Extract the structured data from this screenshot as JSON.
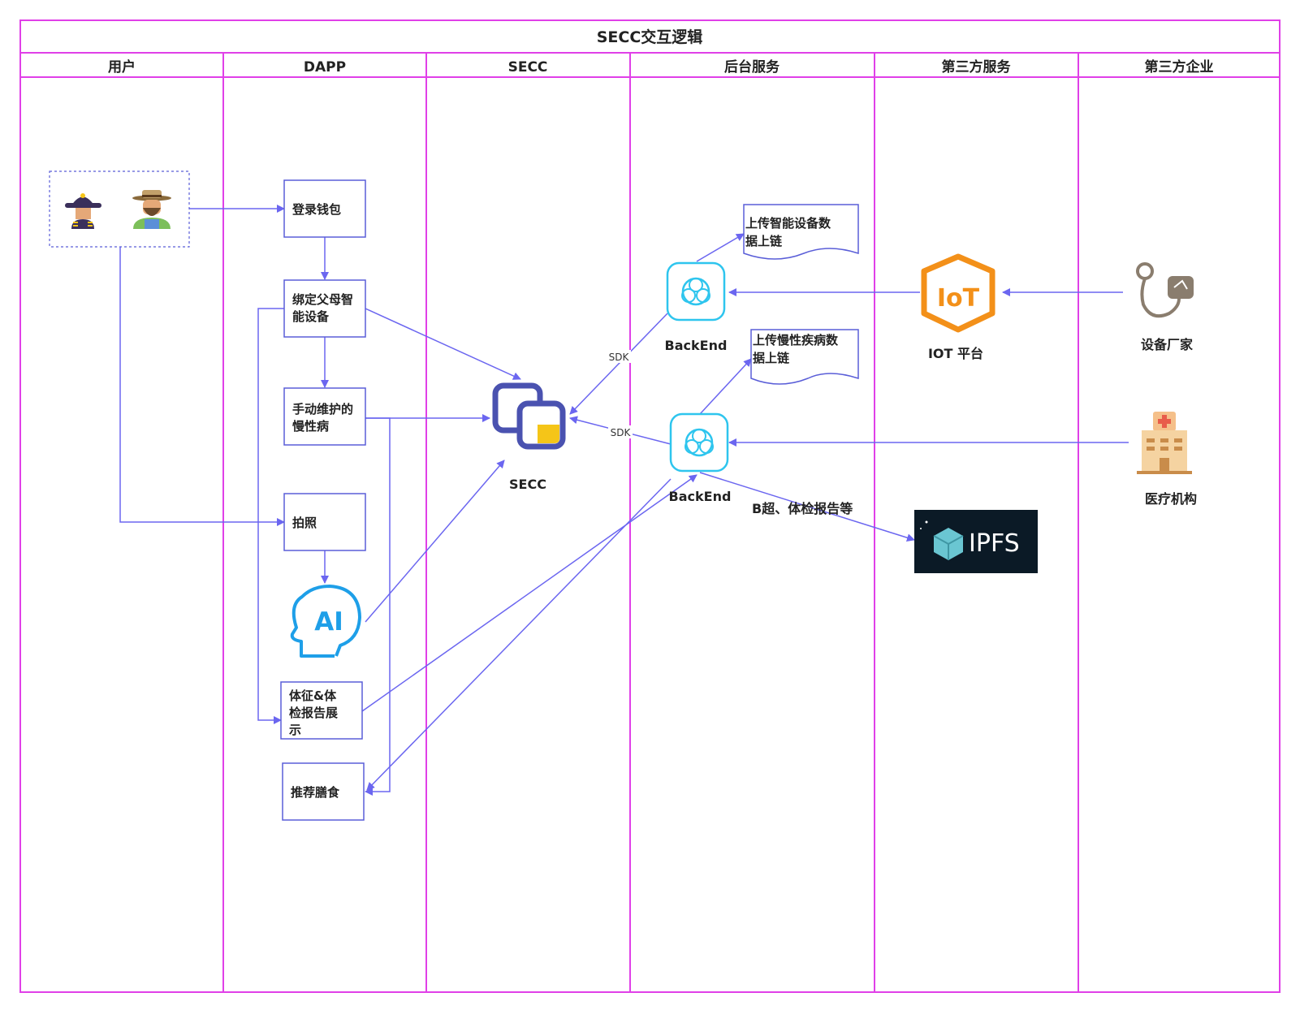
{
  "title": "SECC交互逻辑",
  "lanes": [
    "用户",
    "DAPP",
    "SECC",
    "后台服务",
    "第三方服务",
    "第三方企业"
  ],
  "nodes": {
    "login": "登录钱包",
    "bind1": "绑定父母智",
    "bind2": "能设备",
    "manual1": "手动维护的",
    "manual2": "慢性病",
    "photo": "拍照",
    "ai": "AI",
    "report1": "体征&体",
    "report2": "检报告展",
    "report3": "示",
    "diet": "推荐膳食",
    "secc": "SECC",
    "backend1": "BackEnd",
    "backend2": "BackEnd",
    "upload1_a": "上传智能设备数",
    "upload1_b": "据上链",
    "upload2_a": "上传慢性疾病数",
    "upload2_b": "据上链",
    "iot": "IOT 平台",
    "iot_logo": "IoT",
    "ipfs": "IPFS",
    "device": "设备厂家",
    "hospital": "医疗机构"
  },
  "edge_labels": {
    "sdk1": "SDK",
    "sdk2": "SDK",
    "ipfs_edge": "B超、体检报告等"
  },
  "colors": {
    "lane_border": "#e040e8",
    "edge": "#6b66f0",
    "node_border": "#5a5ed8",
    "cloud": "#2ec5ee",
    "iot": "#f39019",
    "secc_blue": "#4a52b0",
    "secc_yellow": "#f5c518",
    "ai": "#1e9fe8",
    "ipfs_bg": "#0b1a26",
    "ipfs_cube": "#6ac6d2"
  },
  "icons": [
    "firefighter-avatar-icon",
    "farmer-avatar-icon",
    "secc-logo-icon",
    "cloud-backend-icon",
    "iot-logo-icon",
    "stethoscope-icon",
    "hospital-icon",
    "ai-head-icon",
    "ipfs-logo-icon"
  ]
}
